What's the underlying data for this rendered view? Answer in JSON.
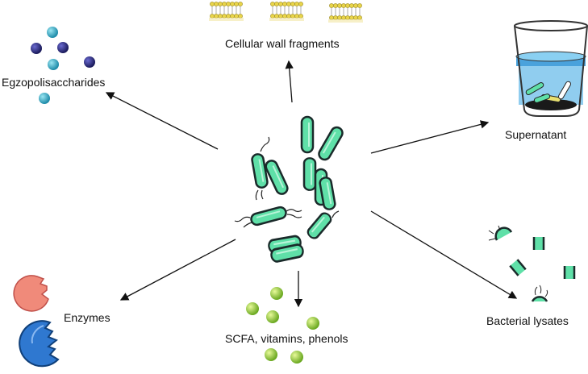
{
  "labels": {
    "cellular_wall_fragments": "Cellular wall fragments",
    "egzopolisaccharides": "Egzopolisaccharides",
    "supernatant": "Supernatant",
    "enzymes": "Enzymes",
    "scfa": "SCFA, vitamins, phenols",
    "bacterial_lysates": "Bacterial lysates"
  },
  "colors": {
    "bacteria_fill": "#5fe0a8",
    "bacteria_outline": "#1a2a2a",
    "polysaccharide_dark": "#2a2a7a",
    "polysaccharide_light": "#3fb0c8",
    "membrane_head": "#e8d44a",
    "liquid": "#6ab8e6",
    "enzyme_pink": "#f08a7a",
    "enzyme_blue": "#2f78d0",
    "scfa_green": "#9ad23a",
    "arrow": "#111111"
  }
}
